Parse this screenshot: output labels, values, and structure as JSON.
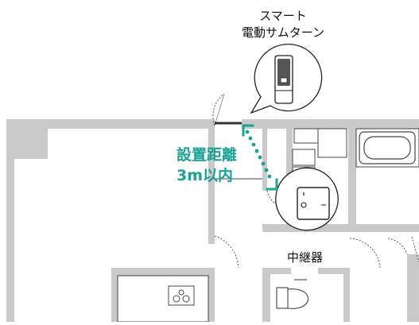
{
  "callout": {
    "line1": "スマート",
    "line2": "電動サムターン"
  },
  "distance": {
    "line1": "設置距離",
    "line2": "3m以内"
  },
  "relay": {
    "label": "中継器"
  },
  "colors": {
    "wall": "#c9c9c9",
    "wall_dark": "#a9a9a9",
    "accent": "#1aa394",
    "line": "#222222",
    "bubble_fill": "#ffffff"
  },
  "icons": [
    "smart-thumb-turn-icon",
    "relay-device-icon",
    "stove-icon",
    "toilet-icon",
    "bathtub-icon",
    "dotted-arrow-icon"
  ]
}
